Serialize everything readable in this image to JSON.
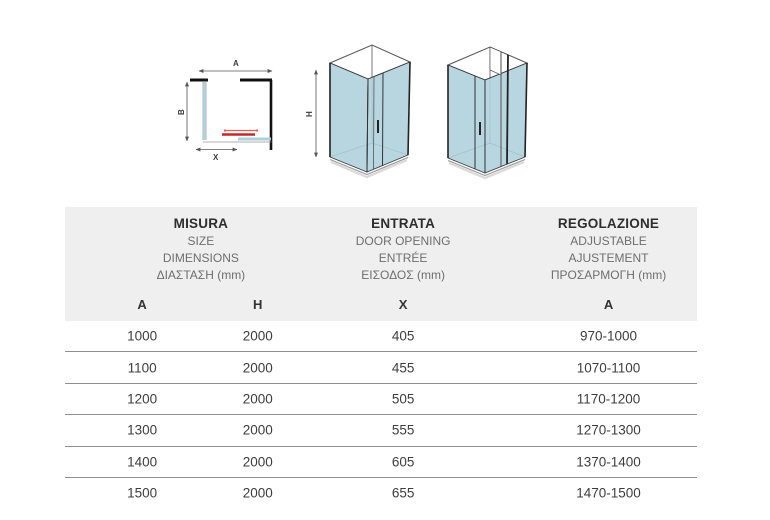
{
  "diagrams": {
    "top_view": {
      "label_width": "A",
      "label_depth": "B",
      "label_opening": "X"
    },
    "iso_front": {
      "label_height": "H"
    },
    "colors": {
      "glass": "#aed0dc",
      "door_red": "#c62828",
      "door_red_light": "#e35d5d",
      "profile_black": "#111111",
      "header_gray": "#efefef"
    }
  },
  "table": {
    "groups": [
      {
        "title": "MISURA",
        "subtitles": [
          "SIZE",
          "DIMENSIONS",
          "ΔΙΑΣΤΑΣΗ (mm)"
        ]
      },
      {
        "title": "ENTRATA",
        "subtitles": [
          "DOOR OPENING",
          "ENTRÉE",
          "ΕΙΣΟΔΟΣ (mm)"
        ]
      },
      {
        "title": "REGOLAZIONE",
        "subtitles": [
          "ADJUSTABLE",
          "AJUSTEMENT",
          "ΠΡΟΣΑΡΜΟΓΗ (mm)"
        ]
      }
    ],
    "columns": [
      "A",
      "H",
      "X",
      "A"
    ],
    "rows": [
      [
        "1000",
        "2000",
        "405",
        "970-1000"
      ],
      [
        "1100",
        "2000",
        "455",
        "1070-1100"
      ],
      [
        "1200",
        "2000",
        "505",
        "1170-1200"
      ],
      [
        "1300",
        "2000",
        "555",
        "1270-1300"
      ],
      [
        "1400",
        "2000",
        "605",
        "1370-1400"
      ],
      [
        "1500",
        "2000",
        "655",
        "1470-1500"
      ]
    ]
  }
}
